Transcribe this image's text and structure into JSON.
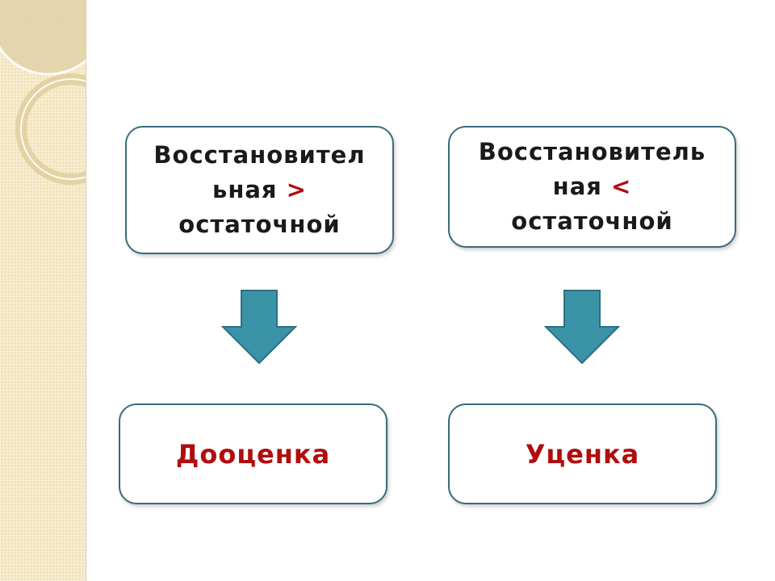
{
  "diagram": {
    "left": {
      "condition_line1": "Восстановител",
      "condition_line2_prefix": "ьная",
      "operator": ">",
      "condition_line3": "остаточной",
      "result": "Дооценка"
    },
    "right": {
      "condition_line1": "Восстановитель",
      "condition_line2_prefix": "ная",
      "operator": "<",
      "condition_line3": "остаточной",
      "result": "Уценка"
    }
  },
  "colors": {
    "box_border": "#3a6b7c",
    "arrow_fill": "#3b93a8",
    "result_text": "#b00d0d",
    "strip_background": "#f3e4bd"
  }
}
